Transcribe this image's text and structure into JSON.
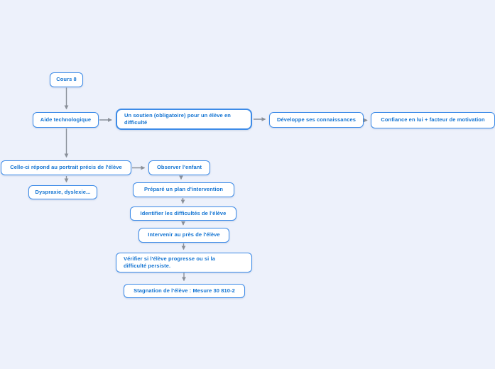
{
  "app": {
    "type": "mind-map-canvas"
  },
  "palette": {
    "canvas_background": "#edf1fb",
    "node_fill": "#ffffff",
    "node_border": "#3d8be8",
    "node_text": "#1173d2",
    "connector": "#8a9099"
  },
  "diagram": {
    "selected_node": "soutien",
    "nodes": {
      "cours8": {
        "label": "Cours 8"
      },
      "aide": {
        "label": "Aide technologique"
      },
      "soutien": {
        "label": "Un soutien (obligatoire) pour un élève en\ndifficulté"
      },
      "developpe": {
        "label": "Développe ses connaissances"
      },
      "confiance": {
        "label": "Confiance en lui + facteur de motivation"
      },
      "celleci": {
        "label": "Celle-ci répond au portrait précis de l'élève"
      },
      "observer": {
        "label": "Observer l'enfant"
      },
      "dyspraxie": {
        "label": "Dyspraxie, dyslexie..."
      },
      "prepare": {
        "label": "Préparé un plan d'intervention"
      },
      "identifier": {
        "label": "Identifier les difficultés de l'élève"
      },
      "intervenir": {
        "label": "Intervenir au près de l'élève"
      },
      "verifier": {
        "label": "Vérifier si l'élève progresse ou si la\ndifficulté persiste."
      },
      "stagnation": {
        "label": "Stagnation de l'élève : Mesure 30 810-2"
      }
    },
    "edges": [
      {
        "from": "cours8",
        "to": "aide"
      },
      {
        "from": "aide",
        "to": "soutien"
      },
      {
        "from": "soutien",
        "to": "developpe"
      },
      {
        "from": "developpe",
        "to": "confiance"
      },
      {
        "from": "aide",
        "to": "celleci"
      },
      {
        "from": "celleci",
        "to": "observer"
      },
      {
        "from": "celleci",
        "to": "dyspraxie"
      },
      {
        "from": "observer",
        "to": "prepare"
      },
      {
        "from": "prepare",
        "to": "identifier"
      },
      {
        "from": "identifier",
        "to": "intervenir"
      },
      {
        "from": "intervenir",
        "to": "verifier"
      },
      {
        "from": "verifier",
        "to": "stagnation"
      }
    ]
  }
}
